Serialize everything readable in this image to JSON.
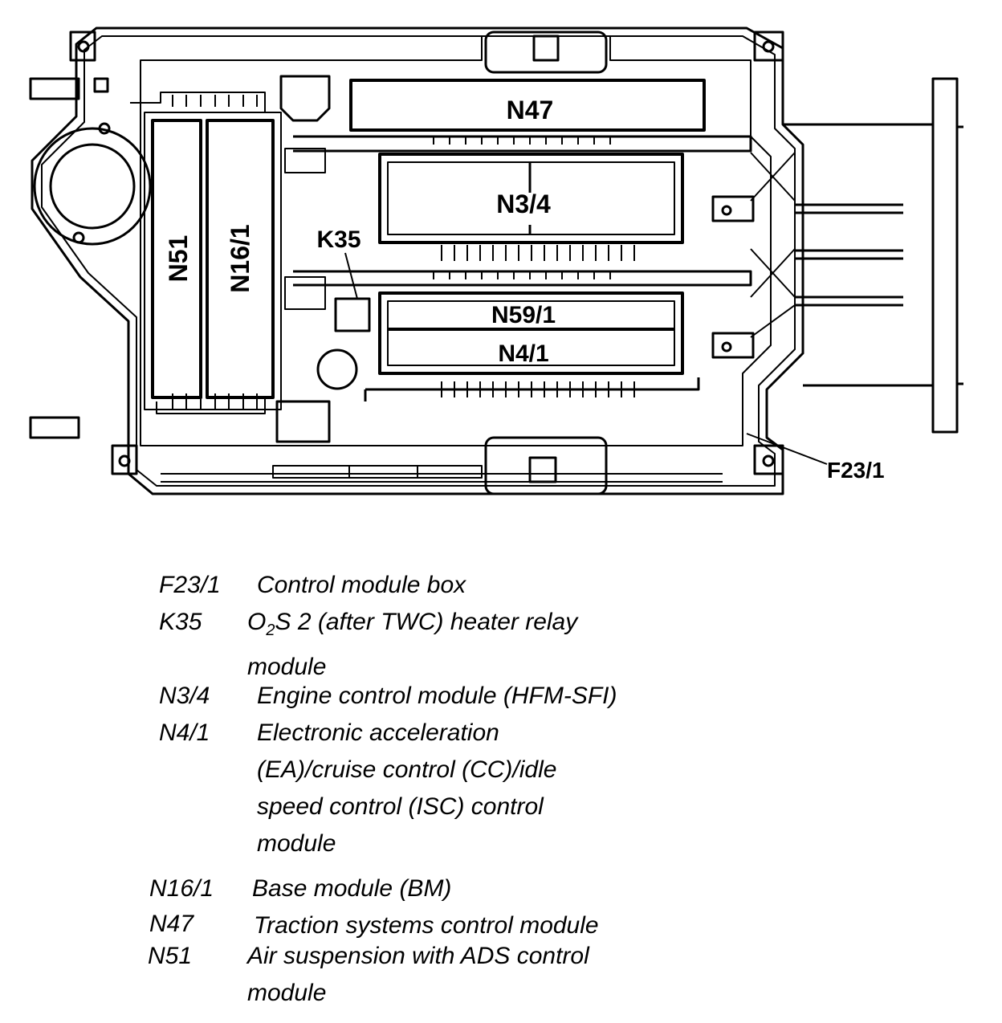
{
  "diagram": {
    "labels": {
      "n47": "N47",
      "n3_4": "N3/4",
      "k35": "K35",
      "n51": "N51",
      "n16_1": "N16/1",
      "n59_1": "N59/1",
      "n4_1": "N4/1",
      "f23_1": "F23/1"
    }
  },
  "legend": {
    "items": [
      {
        "code": "F23/1",
        "desc": "Control module box"
      },
      {
        "code": "K35",
        "desc_pre": "O",
        "desc_sub": "2",
        "desc_post": "S 2 (after TWC) heater relay\nmodule"
      },
      {
        "code": "N3/4",
        "desc": "Engine control module (HFM-SFI)"
      },
      {
        "code": "N4/1",
        "desc": "Electronic acceleration\n(EA)/cruise control (CC)/idle\nspeed control (ISC) control\nmodule"
      },
      {
        "code": "N16/1",
        "desc": "Base module (BM)"
      },
      {
        "code": "N47",
        "desc": "Traction systems control module"
      },
      {
        "code": "N51",
        "desc": "Air suspension with ADS control\nmodule"
      }
    ]
  }
}
